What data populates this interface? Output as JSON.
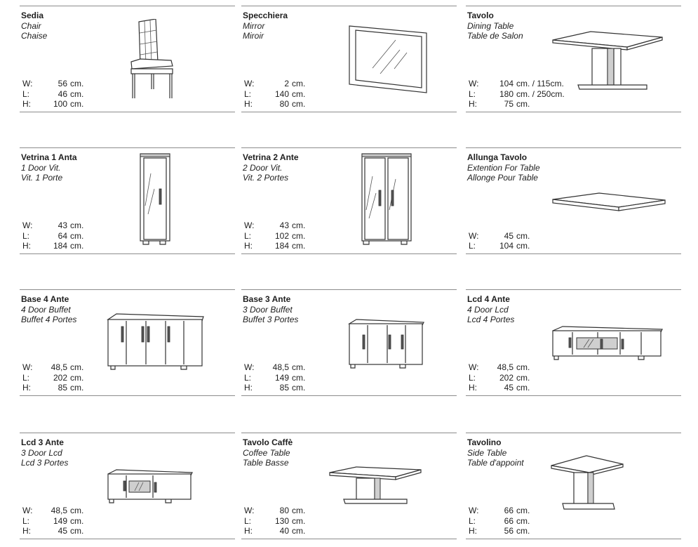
{
  "products": [
    {
      "name": "Sedia",
      "en": "Chair",
      "fr": "Chaise",
      "dims": [
        {
          "k": "W:",
          "v": "56",
          "u": "cm."
        },
        {
          "k": "L:",
          "v": "46",
          "u": "cm."
        },
        {
          "k": "H:",
          "v": "100",
          "u": "cm."
        }
      ]
    },
    {
      "name": "Specchiera",
      "en": "Mirror",
      "fr": "Miroir",
      "dims": [
        {
          "k": "W:",
          "v": "2",
          "u": "cm."
        },
        {
          "k": "L:",
          "v": "140",
          "u": "cm."
        },
        {
          "k": "H:",
          "v": "80",
          "u": "cm."
        }
      ]
    },
    {
      "name": "Tavolo",
      "en": "Dining Table",
      "fr": "Table de Salon",
      "dims": [
        {
          "k": "W:",
          "v": "104",
          "u": "cm. / 115cm."
        },
        {
          "k": "L:",
          "v": "180",
          "u": "cm. / 250cm."
        },
        {
          "k": "H:",
          "v": "75",
          "u": "cm."
        }
      ]
    },
    {
      "name": "Vetrina 1 Anta",
      "en": "1 Door Vit.",
      "fr": "Vit. 1 Porte",
      "dims": [
        {
          "k": "W:",
          "v": "43",
          "u": "cm."
        },
        {
          "k": "L:",
          "v": "64",
          "u": "cm."
        },
        {
          "k": "H:",
          "v": "184",
          "u": "cm."
        }
      ]
    },
    {
      "name": "Vetrina 2 Ante",
      "en": "2 Door Vit.",
      "fr": "Vit. 2 Portes",
      "dims": [
        {
          "k": "W:",
          "v": "43",
          "u": "cm."
        },
        {
          "k": "L:",
          "v": "102",
          "u": "cm."
        },
        {
          "k": "H:",
          "v": "184",
          "u": "cm."
        }
      ]
    },
    {
      "name": "Allunga Tavolo",
      "en": "Extention For Table",
      "fr": "Allonge Pour Table",
      "dims": [
        {
          "k": "W:",
          "v": "45",
          "u": "cm."
        },
        {
          "k": "L:",
          "v": "104",
          "u": "cm."
        }
      ]
    },
    {
      "name": "Base 4 Ante",
      "en": "4 Door Buffet",
      "fr": "Buffet 4 Portes",
      "dims": [
        {
          "k": "W:",
          "v": "48,5",
          "u": "cm."
        },
        {
          "k": "L:",
          "v": "202",
          "u": "cm."
        },
        {
          "k": "H:",
          "v": "85",
          "u": "cm."
        }
      ]
    },
    {
      "name": "Base 3 Ante",
      "en": "3 Door Buffet",
      "fr": "Buffet 3 Portes",
      "dims": [
        {
          "k": "W:",
          "v": "48,5",
          "u": "cm."
        },
        {
          "k": "L:",
          "v": "149",
          "u": "cm."
        },
        {
          "k": "H:",
          "v": "85",
          "u": "cm."
        }
      ]
    },
    {
      "name": "Lcd 4 Ante",
      "en": "4 Door Lcd",
      "fr": "Lcd 4 Portes",
      "dims": [
        {
          "k": "W:",
          "v": "48,5",
          "u": "cm."
        },
        {
          "k": "L:",
          "v": "202",
          "u": "cm."
        },
        {
          "k": "H:",
          "v": "45",
          "u": "cm."
        }
      ]
    },
    {
      "name": "Lcd 3 Ante",
      "en": "3 Door Lcd",
      "fr": "Lcd 3 Portes",
      "dims": [
        {
          "k": "W:",
          "v": "48,5",
          "u": "cm."
        },
        {
          "k": "L:",
          "v": "149",
          "u": "cm."
        },
        {
          "k": "H:",
          "v": "45",
          "u": "cm."
        }
      ]
    },
    {
      "name": "Tavolo Caffè",
      "en": "Coffee Table",
      "fr": "Table Basse",
      "dims": [
        {
          "k": "W:",
          "v": "80",
          "u": "cm."
        },
        {
          "k": "L:",
          "v": "130",
          "u": "cm."
        },
        {
          "k": "H:",
          "v": "40",
          "u": "cm."
        }
      ]
    },
    {
      "name": "Tavolino",
      "en": "Side Table",
      "fr": "Table d'appoint",
      "dims": [
        {
          "k": "W:",
          "v": "66",
          "u": "cm."
        },
        {
          "k": "L:",
          "v": "66",
          "u": "cm."
        },
        {
          "k": "H:",
          "v": "56",
          "u": "cm."
        }
      ]
    }
  ]
}
